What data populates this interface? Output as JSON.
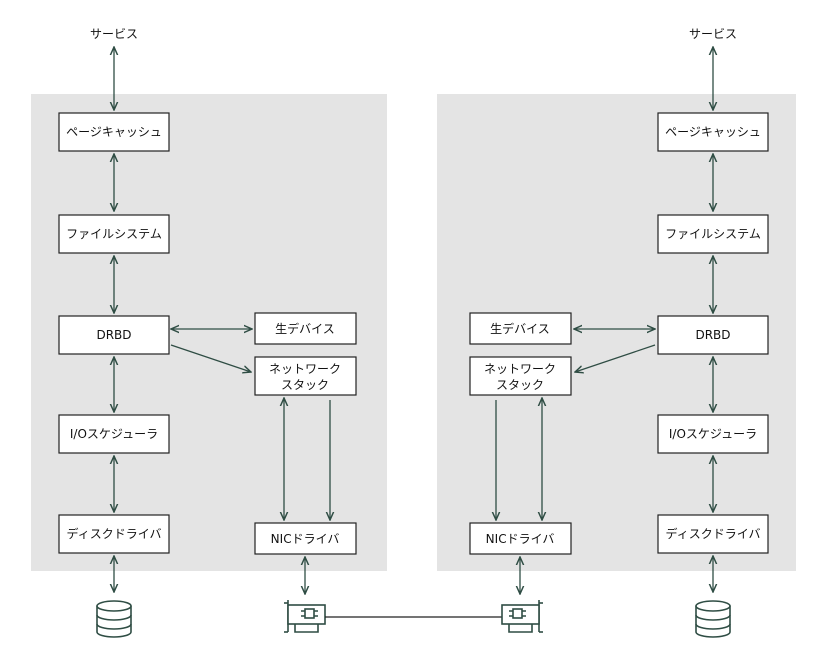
{
  "colors": {
    "panel": "#e4e4e4",
    "arrow": "#2f4d44",
    "box_border": "#222222"
  },
  "left_node": {
    "service": "サービス",
    "page_cache": "ページキャッシュ",
    "filesystem": "ファイルシステム",
    "drbd": "DRBD",
    "raw_device": "生デバイス",
    "network_stack": [
      "ネットワーク",
      "スタック"
    ],
    "io_scheduler": "I/Oスケジューラ",
    "disk_driver": "ディスクドライバ",
    "nic_driver": "NICドライバ"
  },
  "right_node": {
    "service": "サービス",
    "page_cache": "ページキャッシュ",
    "filesystem": "ファイルシステム",
    "drbd": "DRBD",
    "raw_device": "生デバイス",
    "network_stack": [
      "ネットワーク",
      "スタック"
    ],
    "io_scheduler": "I/Oスケジューラ",
    "disk_driver": "ディスクドライバ",
    "nic_driver": "NICドライバ"
  },
  "icons": {
    "disk": "database-icon",
    "nic": "network-card-icon"
  }
}
